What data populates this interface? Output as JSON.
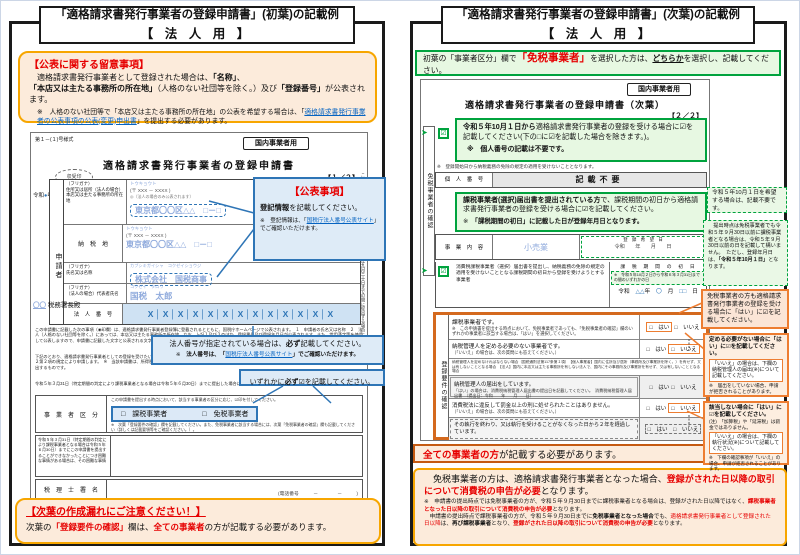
{
  "left": {
    "title1": "「適格請求書発行事業者の登録申請書」(初葉)の記載例",
    "title2": "【 法 人 用 】",
    "notice": {
      "heading": "【公表に関する留意事項】",
      "body": [
        {
          "t": "　適格請求書発行事業者として登録された場合は、"
        },
        {
          "t": "「名称」",
          "c": "b"
        },
        {
          "t": "、"
        },
        {
          "t": "「本店又は主たる事務所の所在地」",
          "c": "b"
        },
        {
          "t": "（人格のない社団等を除く。）及び"
        },
        {
          "t": "「登録番号」",
          "c": "b"
        },
        {
          "t": "が公表されます。"
        }
      ],
      "note": [
        {
          "t": "※　人格のない社団等で「本店又は主たる事務所の所在地」の公表を希望する場合は、「"
        },
        {
          "t": "適格請求書発行事業者の公表事項の公表(変更)申出書",
          "c": "link"
        },
        {
          "t": "」を提出する必要があります。"
        }
      ]
    },
    "form": {
      "code": "第１－(１)号様式",
      "badge": "国内事業者用",
      "title": "適格請求書発行事業者の登録申請書",
      "page": "【１／２】",
      "stamp": "収受印",
      "date": [
        {
          "t": "令和"
        },
        {
          "t": "●",
          "c": "bl"
        },
        {
          "t": "年"
        },
        {
          "t": "■",
          "c": "bl"
        },
        {
          "t": "月"
        },
        {
          "t": "▲",
          "c": "bl"
        },
        {
          "t": "日"
        }
      ],
      "applicant": "申請者",
      "furigana": "（フリガナ）",
      "addr_label": "住所又は居所（法人の場合）本店又は主たる事務所の所在地",
      "addr_kana": "トウキョウト",
      "postal": "(〒 XXX － XXXX )",
      "addr_note": "◎（法人の場合のみ公表されます）",
      "addr_value": "東京都〇〇区△△　□－□",
      "tel_blank": "(電話番号　　　－　　　　－　　　)",
      "tax_place_label": "納　税　地",
      "tel_value": "(電話番号 XX － XXXX － XXXX )",
      "name_label": "氏名又は名称",
      "name_kana": "カブシキガイシャ　コクゼイショウジ",
      "name_value": "株式会社　国税商事",
      "rep_label": "（法人の場合）代表者氏名",
      "rep_kana": "コクゼイ　タロウ",
      "rep_value": "国税　太郎",
      "houjin_label": "法　人　番　号",
      "houjin_value": "X│X│X│X│X│X│X│X│X│X│X│X│X",
      "tax_office_pre": "〇〇",
      "tax_office": "税務署長殿",
      "side_note": "この申請書は、令和三年十月一日から令和五年九月三十日までの間に提出する場合に使用します。",
      "para1": "この申請書に記載した次の事項（◉印欄）は、適格請求書発行事業者登録簿に登載されるとともに、国税庁ホームページで公表されます。　１　申請者の氏名又は名称　２　法人（人格のない社団等を除く。）にあっては、本店又は主たる事務所の所在地　なお、上記１及び２のほか、登録番号及び登録年月日が公表されます。また、常用漢字等を使用して公表しますので、申請書に記載した文字と公表される文字とが異なる場合があります。",
      "para2": "下記のとおり、適格請求書発行事業者としての登録を受けたいので、所得税法等の一部を改正する法律（平成28年法律第15号）第５条の規定による改正後の消費税法第57条の２第２項の規定により申請します。　※　当該申請書は、所得税法等の一部を改正する法律（平成28年法律第15号）附則第44条第１項の規定により令和５年９月30日以前に提出するものです。",
      "para3": "令和５年３月31日（特定期間の判定により課税事業者となる場合は令和５年６月30日）までに提出した場合は、原則として令和５年10月１日に登録されます。",
      "kubun_label": "事　業　者　区　分",
      "kubun_top": "この申請書を提出する時点において、該当する事業者の区分に応じ、☑印を付してください。",
      "kubun_options": "□　課税事業者　　　　　□　免税事業者",
      "kubun_note": "※　次葉「登録要件の確認」欄を記載してください。また、免税事業者に該当する場合には、次葉「免税事業者の確認」欄も記載してください（詳しくは記載要領等をご確認ください。）。",
      "jijou_label": "令和５年３月31日（特定期間の判定により課税事業者となる場合は令和５年６月30日）までにこの申請書を提出することができなかったことにつき困難な事情がある場合は、その困難な事情",
      "zeirishi_label": "税　理　士　署　名",
      "proc": [
        "整理番号",
        "部門番号",
        "申請年月日",
        "年　月　日",
        "通信日付印",
        "確認"
      ]
    },
    "callout_pub": {
      "title": "【公表事項】",
      "body": [
        {
          "t": "登記情報",
          "c": "b"
        },
        {
          "t": "を記載してください。"
        }
      ],
      "note": [
        {
          "t": "※　登記情報は、「"
        },
        {
          "t": "国税庁法人番号公表サイト",
          "c": "link"
        },
        {
          "t": "」でご確認いただけます。"
        }
      ]
    },
    "callout_houjin": {
      "line1": [
        {
          "t": "法人番号が指定されている場合は、"
        },
        {
          "t": "必ず",
          "c": "b"
        },
        {
          "t": "記載してください。"
        }
      ],
      "line2": [
        {
          "t": "※　"
        },
        {
          "t": "法人番号は、「",
          "c": "b"
        },
        {
          "t": "国税庁法人番号公表サイト",
          "c": "link"
        },
        {
          "t": "」でご確認いただけます。",
          "c": "b"
        }
      ]
    },
    "callout_izure": [
      {
        "t": "いずれかに"
      },
      {
        "t": "必ず",
        "c": "b"
      },
      {
        "t": "☑を記載してください。"
      }
    ],
    "bottom_box": {
      "heading": "【次葉の作成漏れにご注意ください！】",
      "body": [
        {
          "t": "次葉の"
        },
        {
          "t": "「登録要件の確認」",
          "c": "rb"
        },
        {
          "t": "欄は、"
        },
        {
          "t": "全ての事業者",
          "c": "rb"
        },
        {
          "t": "の方が記載する必要があります。"
        }
      ]
    }
  },
  "right": {
    "title1": "「適格請求書発行事業者の登録申請書」(次葉)の記載例",
    "title2": "【 法 人 用 】",
    "top_green": [
      {
        "t": "初葉の「事業者区分」欄で"
      },
      {
        "t": "「免税事業者」",
        "c": "bigred"
      },
      {
        "t": "を選択した方は、"
      },
      {
        "t": "どちらか",
        "c": "bu"
      },
      {
        "t": "を選択し、記載してください。"
      }
    ],
    "form": {
      "badge": "国内事業者用",
      "title": "適格請求書発行事業者の登録申請書（次葉）",
      "page": "【２／２】",
      "menzei_vlabel": "免税事業者の確認",
      "youken_vlabel": "登録要件の確認",
      "check": "☑",
      "green_callout1": {
        "line1": [
          {
            "t": "令和５年10月１日から",
            "c": "b"
          },
          {
            "t": "適格請求書発行事業者の登録を受ける場合に☑を記載してください(下の□に☑を記載した場合を除きます。)。"
          }
        ],
        "line2": [
          {
            "t": "※　個人番号の記載は不要です。",
            "c": "b"
          }
        ]
      },
      "reg_note": "※　登録開始日から納税義務の免除の規定の適用を受けないこととなります。",
      "kojin_label": "個　人　番　号",
      "kojin_value": "記載不要",
      "green_callout2": {
        "line1": [
          {
            "t": "課税事業者(選択)届出書を提出されている方",
            "c": "b"
          },
          {
            "t": "で、課税期間の初日から適格請求書発行事業者の登録を受ける場合に☑を記載してください。"
          }
        ],
        "line2": [
          {
            "t": "※　"
          },
          {
            "t": "「課税期間の初日」に記載した日が登録年月日となります。",
            "c": "b"
          }
        ]
      },
      "gyomu_label": "事　業　内　容",
      "gyomu_value": "小売業",
      "kibou_label": "登　録　希　望　日",
      "kibou_value": "令和　　年　　月　　日",
      "sentaku_text": "消費税課税事業者（選択）届出書を提出し、納税義務の免除の規定の適用を受けないこととなる課税期間の初日から登録を受けようとする事業者",
      "kikan_label": "課　税　期　間　の　初　日",
      "kikan_note": "※　令和５年10月２日から令和６年３月31日までの間のいずれかの日",
      "kikan_value": [
        {
          "t": "令和　"
        },
        {
          "t": "△△",
          "c": "bl"
        },
        {
          "t": "年　"
        },
        {
          "t": "〇",
          "c": "bl"
        },
        {
          "t": "　月　"
        },
        {
          "t": "□□",
          "c": "bl"
        },
        {
          "t": "　日"
        }
      ],
      "q1": "課税事業者です。",
      "q1_note": "※　この申請書を提出する時点において、免税事業者であっても、「免税事業者の確認」欄のいずれかの事業者に該当する場合は、「はい」を選択してください。",
      "yes": "□　はい",
      "no": "□　いいえ",
      "q2": "納税管理人を定める必要のない事業者です。",
      "q2_note": "（「いいえ」の場合は、次の質問にも答えてください。）",
      "q2_fine": "納税管理人を定めなければならない場合（国税通則法第117条第１項）　【個人事業者】国内に住所及び居所（事務所及び事業所を除く。）を有せず、又は有しないこととなる場合　【法人】国内に本店又は主たる事務所を有しない法人で、国内にその事務所及び事業所を有せず、又は有しないこととなる場合",
      "q3": "納税管理人の届出をしています。",
      "q3_note": "「はい」の場合は、消費税納税管理人届出書の提出日を記載してください。　消費税納税管理人届出書　（提出日：令和　　年　　月　　日）",
      "q4": "消費税法に違反して罰金以上の刑に処せられたことはありません。",
      "q4_note": "（「いいえ」の場合は、次の質問にも答えてください。）",
      "q5": "その執行を終わり、又は執行を受けることがなくなった日から２年を経過しています。",
      "side_note": "この申請書は、令和三年十月一日から令和五年九月三十日までの間に提出する場合に使用します。"
    },
    "banner": [
      {
        "t": "全ての事業者の方",
        "c": "rb"
      },
      {
        "t": "が記載する必要があります。"
      }
    ],
    "note_green1": "令和５年10月１日を希望する場合は、記載不要です。",
    "note_green2": [
      {
        "t": "　提出時点は免税事業者でも令和５年９月30日以前に課税事業者となる場合は、令和５年９月30日以前の日を記載して構いません。　ただし、登録年月日は、"
      },
      {
        "t": "「令和５年10月１日」",
        "c": "b"
      },
      {
        "t": "となります。"
      }
    ],
    "note_orangeA": [
      {
        "t": "免税事業者の方も適格請求書発行事業者の登録を受ける場合に「はい」に☑を記載してください。"
      }
    ],
    "note_orangeB": {
      "head": [
        {
          "t": "定める必要がない場合に「はい」に☑を記載してください。",
          "c": "b"
        }
      ],
      "inner": "「いいえ」の場合は、下欄の納税管理人の届出(※)について記載してください。",
      "note": "※　届出をしていない場合、申請が拒否されることがあります。"
    },
    "note_orangeC": {
      "head": [
        {
          "t": "該当しない場合に「はい」に☑を記載してください。",
          "c": "b"
        }
      ],
      "sub": "(注)　「加算税」や「延滞税」は罰金ではありません。",
      "inner": "「いいえ」の場合は、下欄の執行状況(※)について記載してください。",
      "note": "※　下欄の確認事項が「いいえ」の場合、申請が拒否されることがあります。"
    },
    "bottom_box": {
      "main": [
        {
          "t": "　免税事業者の方は、適格請求書発行事業者となった場合、"
        },
        {
          "t": "登録がされた日以降の取引について消費税の申告が必要",
          "c": "rb"
        },
        {
          "t": "となります。"
        }
      ],
      "note1": [
        {
          "t": "※　申請書の提出時点では免税事業者の方が、令和５年９月30日までに課税事業者となる場合は、登録がされた日以降ではなく、"
        },
        {
          "t": "課税事業者となった日以降の取引について消費税の申告が必要",
          "c": "rb"
        },
        {
          "t": "となります。"
        }
      ],
      "note2": [
        {
          "t": "　申請書の提出時点で課税事業者の方が、令和５年９月30日までに"
        },
        {
          "t": "免税事業者となった場合",
          "c": "b"
        },
        {
          "t": "でも、"
        },
        {
          "t": "適格請求書発行事業者として登録された日以降",
          "c": "r"
        },
        {
          "t": "は、"
        },
        {
          "t": "再び課税事業者",
          "c": "b"
        },
        {
          "t": "となり、"
        },
        {
          "t": "登録がされた日以降の取引について消費税の申告が必要",
          "c": "rb"
        },
        {
          "t": "となります。"
        }
      ]
    }
  }
}
